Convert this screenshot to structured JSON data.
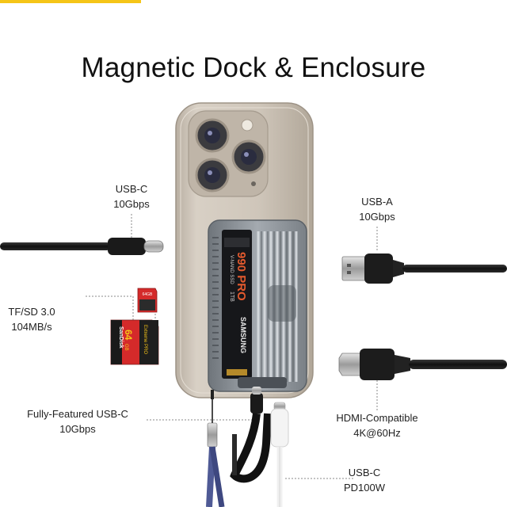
{
  "header": {
    "title": "Magnetic Dock & Enclosure"
  },
  "colors": {
    "accent": "#F5C518",
    "phone_body": "#C9BFB2",
    "dock_body": "#8E9499",
    "sd_card": "#D42A2A",
    "leader_line": "#8A8A8A"
  },
  "ports": {
    "usbc_top": {
      "name": "USB-C",
      "spec": "10Gbps"
    },
    "usba": {
      "name": "USB-A",
      "spec": "10Gbps"
    },
    "card_reader": {
      "name": "TF/SD 3.0",
      "spec": "104MB/s"
    },
    "hdmi": {
      "name": "HDMI-Compatible",
      "spec": "4K@60Hz"
    },
    "usbc_full": {
      "name": "Fully-Featured USB-C",
      "spec": "10Gbps"
    },
    "usbc_pd": {
      "name": "USB-C",
      "spec": "PD100W"
    }
  },
  "ssd": {
    "brand": "SAMSUNG",
    "model": "990 PRO",
    "capacity": "1TB",
    "type": "V-NAND SSD"
  },
  "cards": {
    "sd": {
      "brand": "SanDisk",
      "line": "Extreme PRO",
      "capacity": "64",
      "unit": "GB"
    },
    "tf": {
      "capacity": "64GB"
    }
  },
  "icons": [
    "usb-c-cable-icon",
    "usb-a-cable-icon",
    "hdmi-cable-icon",
    "sd-card-icon",
    "tf-card-icon",
    "ssd-icon"
  ]
}
